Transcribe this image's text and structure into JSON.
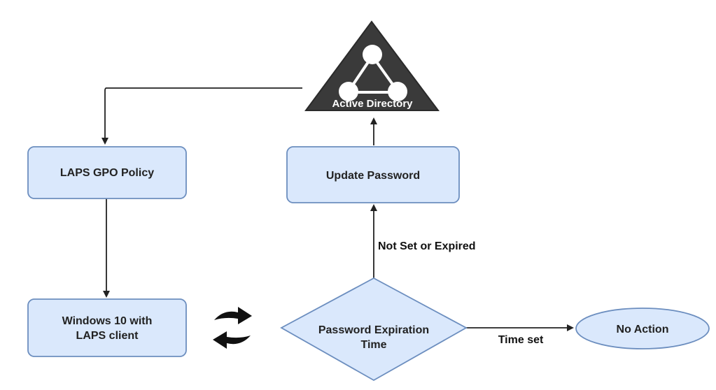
{
  "nodes": {
    "active_directory": "Active Directory",
    "laps_gpo_policy": "LAPS GPO Policy",
    "update_password": "Update Password",
    "windows_client_line1": "Windows 10 with",
    "windows_client_line2": "LAPS client",
    "password_expiration_line1": "Password Expiration",
    "password_expiration_line2": "Time",
    "no_action": "No Action"
  },
  "edges": {
    "not_set_or_expired": "Not Set or Expired",
    "time_set": "Time set"
  },
  "colors": {
    "node_fill": "#dae8fc",
    "node_stroke": "#6c8ebf",
    "active_directory_fill": "#3a3a3a",
    "line": "#222222"
  },
  "icons": {
    "sync_arrows": "sync-arrows-icon",
    "network_nodes": "network-nodes-icon"
  }
}
